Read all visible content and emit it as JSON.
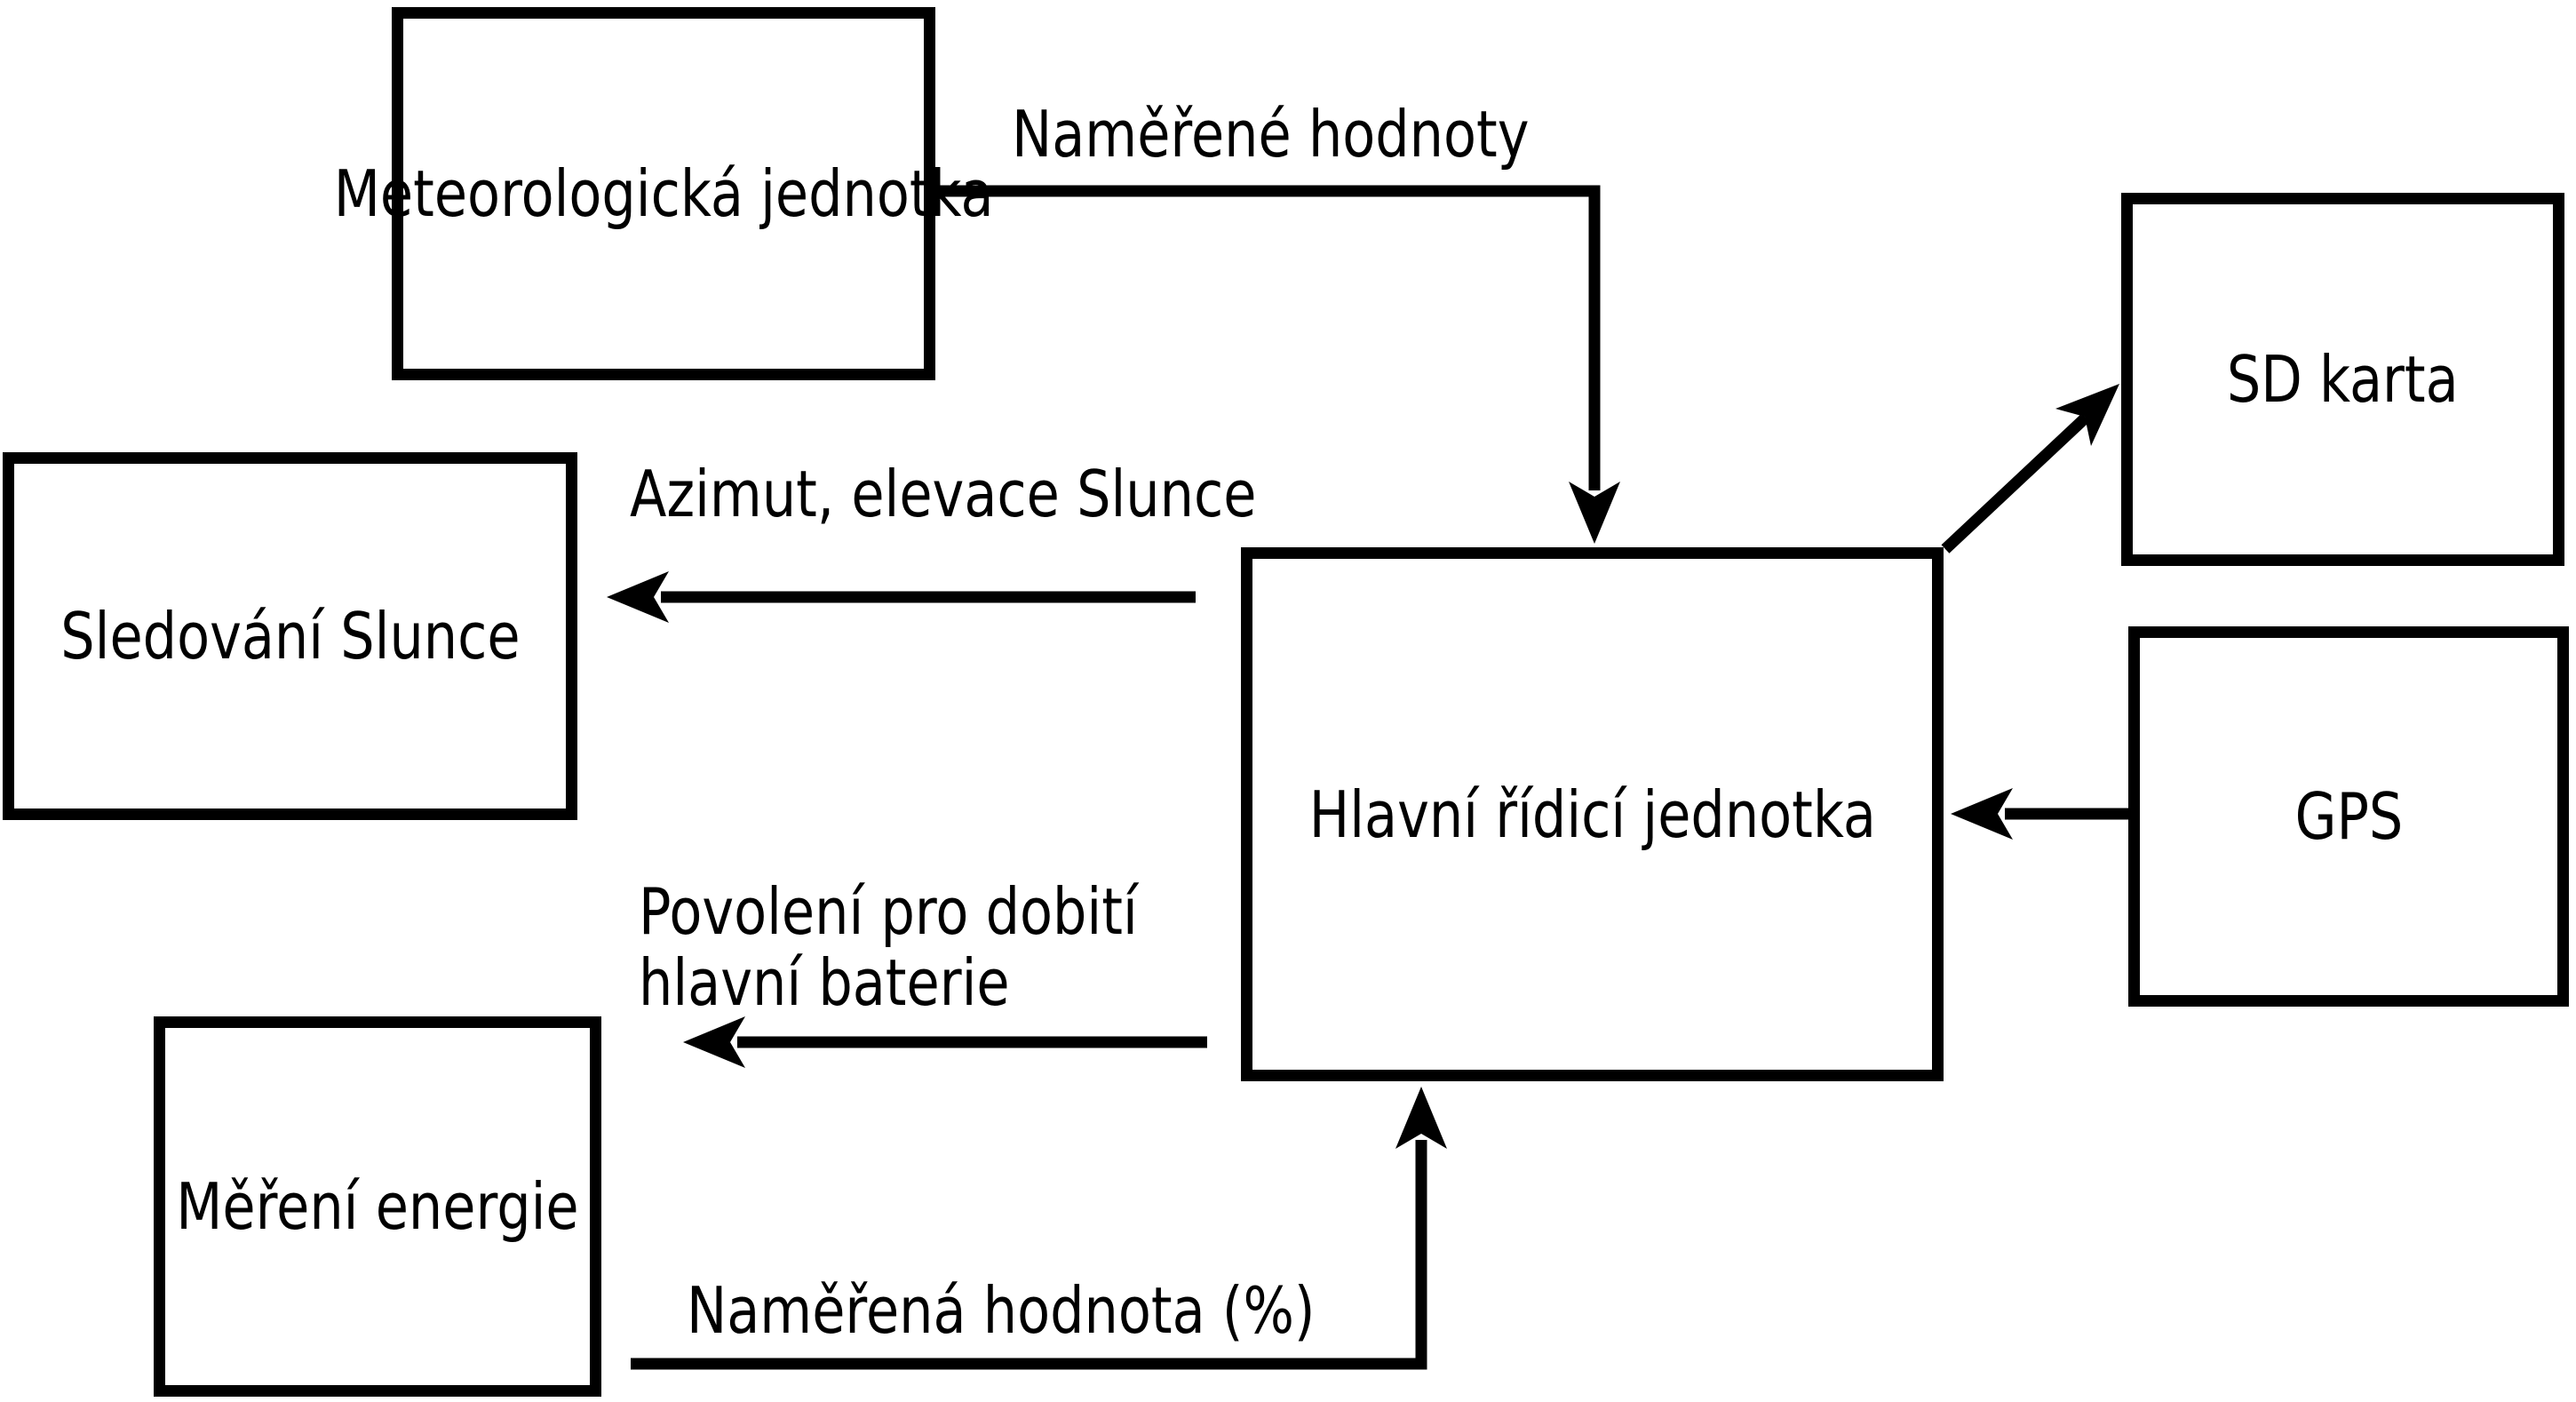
{
  "diagram": {
    "colors": {
      "background": "#ffffff",
      "line": "#000000",
      "text": "#000000"
    },
    "boxes": {
      "meteo": {
        "lines": [
          "Meteorologická",
          "jednotka"
        ]
      },
      "sd": {
        "lines": [
          "SD karta"
        ]
      },
      "sledovani": {
        "lines": [
          "Sledování",
          "Slunce"
        ]
      },
      "gps": {
        "lines": [
          "GPS"
        ]
      },
      "main": {
        "lines": [
          "Hlavní řídicí jednotka"
        ]
      },
      "mereni": {
        "lines": [
          "Měření",
          "energie"
        ]
      }
    },
    "arrow_labels": {
      "meteo_to_main": {
        "lines": [
          "Naměřené hodnoty"
        ]
      },
      "main_to_sledovani": {
        "lines": [
          "Azimut, elevace Slunce"
        ]
      },
      "main_to_mereni": {
        "lines": [
          "Povolení pro dobití",
          "hlavní baterie"
        ]
      },
      "mereni_to_main": {
        "lines": [
          "Naměřená hodnota (%)"
        ]
      }
    }
  }
}
